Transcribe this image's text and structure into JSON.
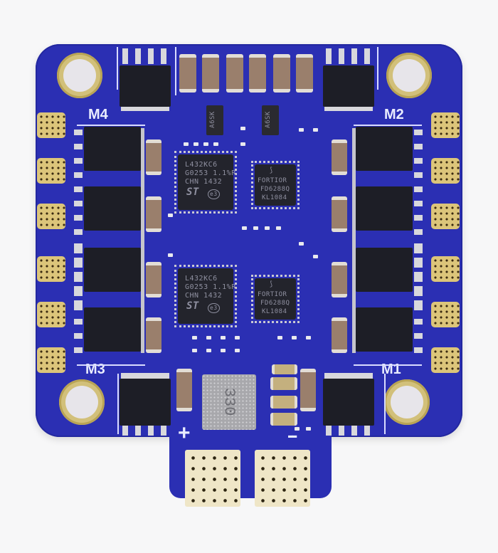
{
  "image": {
    "subject": "4-in-1 brushless ESC circuit board, top view",
    "background_color": "#f7f7f8",
    "board_color": "#2b2fb3",
    "pad_color": "#dcc57a"
  },
  "silkscreen": {
    "motor_labels": {
      "m1": "M1",
      "m2": "M2",
      "m3": "M3",
      "m4": "M4"
    },
    "power_plus": "+",
    "power_minus": "--"
  },
  "chips": {
    "mcu_top": {
      "lines": [
        "L432KC6",
        "G0253 1.1%R",
        "CHN 1432"
      ],
      "logo": "ST",
      "badge": "e3"
    },
    "mcu_bottom": {
      "lines": [
        "L432KC6",
        "G0253 1.1%R",
        "CHN 1432"
      ],
      "logo": "ST",
      "badge": "e3"
    },
    "driver_top": {
      "brand": "FORTIOR",
      "part": "FD6288Q",
      "lot": "KL1084"
    },
    "driver_bottom": {
      "brand": "FORTIOR",
      "part": "FD6288Q",
      "lot": "KL1084"
    },
    "regulator_left": "A6SK",
    "regulator_right": "A6SK"
  },
  "inductor": {
    "marking": "330"
  }
}
